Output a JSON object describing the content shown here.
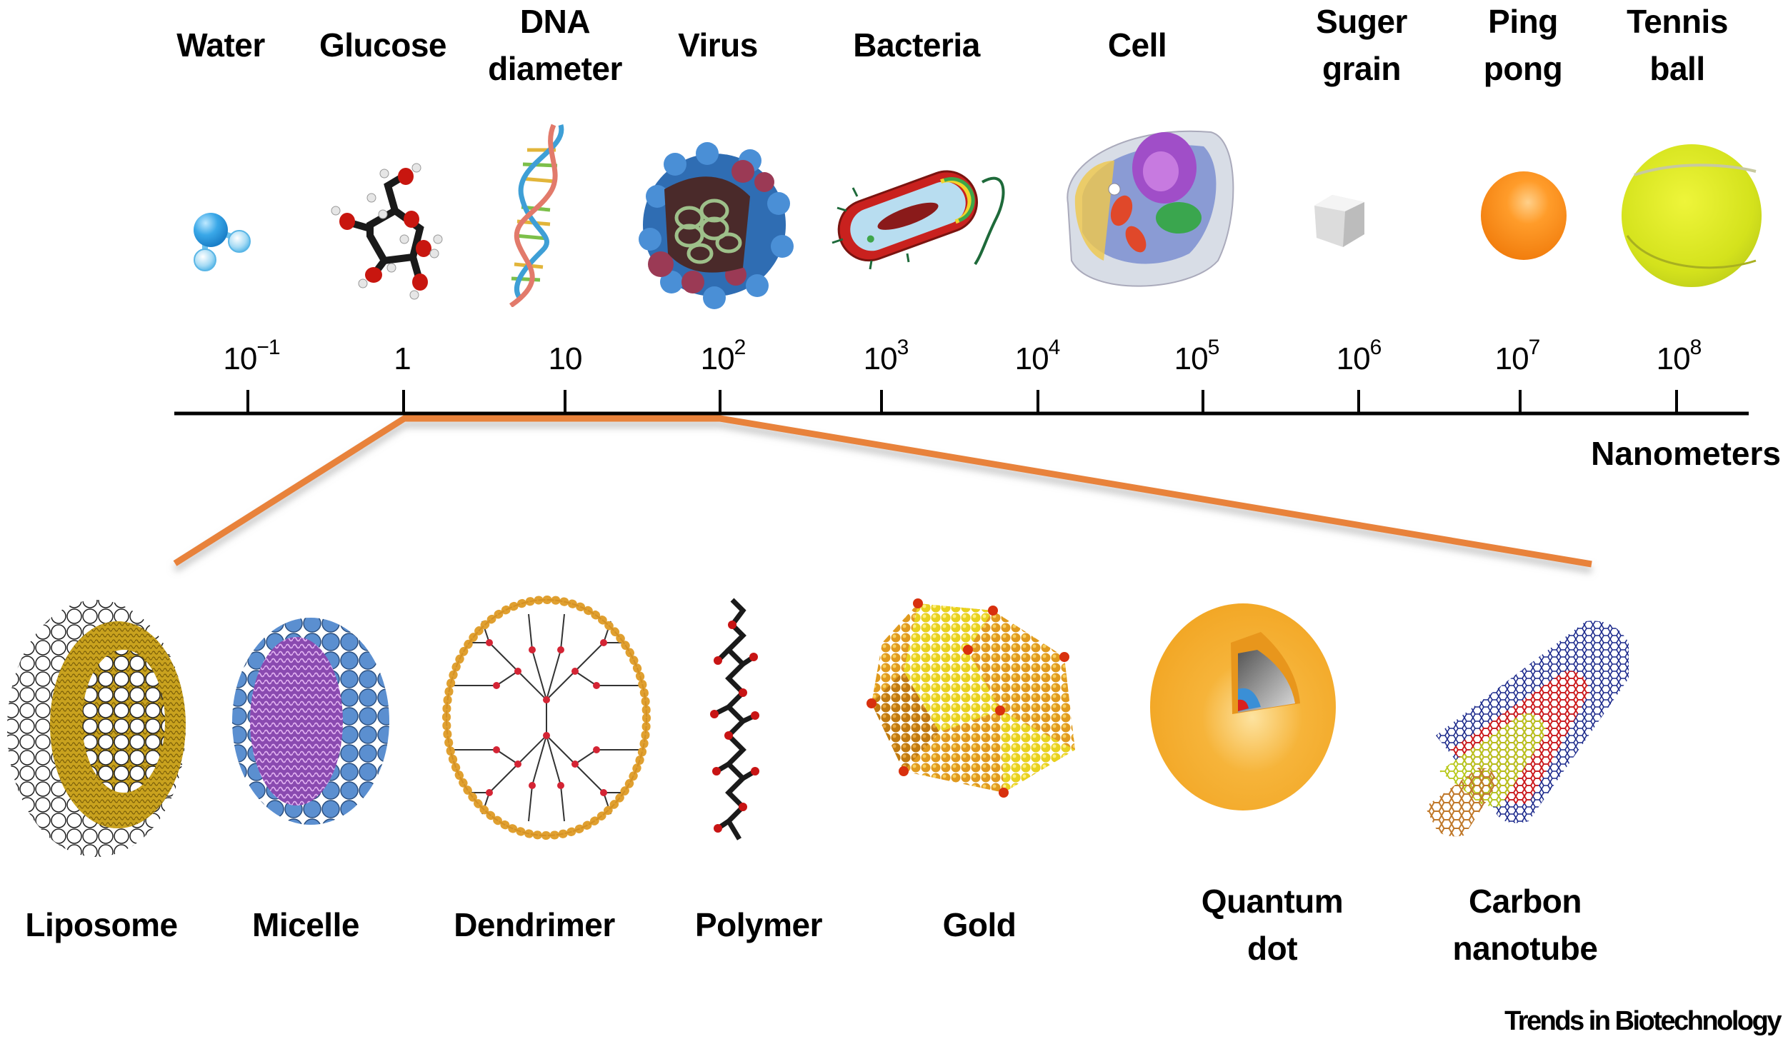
{
  "figure": {
    "top_items": [
      {
        "label": "Water",
        "lines": [
          "Water"
        ],
        "icon": "water-molecule-icon"
      },
      {
        "label": "Glucose",
        "lines": [
          "Glucose"
        ],
        "icon": "glucose-molecule-icon"
      },
      {
        "label": "DNA diameter",
        "lines": [
          "DNA",
          "diameter"
        ],
        "icon": "dna-helix-icon"
      },
      {
        "label": "Virus",
        "lines": [
          "Virus"
        ],
        "icon": "virus-icon"
      },
      {
        "label": "Bacteria",
        "lines": [
          "Bacteria"
        ],
        "icon": "bacteria-icon"
      },
      {
        "label": "Cell",
        "lines": [
          "Cell"
        ],
        "icon": "cell-icon"
      },
      {
        "label": "Suger grain",
        "lines": [
          "Suger",
          "grain"
        ],
        "icon": "sugar-cube-icon"
      },
      {
        "label": "Ping pong",
        "lines": [
          "Ping",
          "pong"
        ],
        "icon": "ping-pong-ball-icon"
      },
      {
        "label": "Tennis ball",
        "lines": [
          "Tennis",
          "ball"
        ],
        "icon": "tennis-ball-icon"
      }
    ],
    "axis": {
      "unit": "Nanometers",
      "ticks": [
        {
          "base": "10",
          "exp": "−1"
        },
        {
          "base": "1",
          "exp": ""
        },
        {
          "base": "10",
          "exp": ""
        },
        {
          "base": "10",
          "exp": "2"
        },
        {
          "base": "10",
          "exp": "3"
        },
        {
          "base": "10",
          "exp": "4"
        },
        {
          "base": "10",
          "exp": "5"
        },
        {
          "base": "10",
          "exp": "6"
        },
        {
          "base": "10",
          "exp": "7"
        },
        {
          "base": "10",
          "exp": "8"
        }
      ],
      "zoom_range": {
        "from": "1",
        "to": "10^2"
      },
      "zoom_color": "#E8823A"
    },
    "bottom_items": [
      {
        "label": "Liposome",
        "lines": [
          "Liposome"
        ],
        "icon": "liposome-icon"
      },
      {
        "label": "Micelle",
        "lines": [
          "Micelle"
        ],
        "icon": "micelle-icon"
      },
      {
        "label": "Dendrimer",
        "lines": [
          "Dendrimer"
        ],
        "icon": "dendrimer-icon"
      },
      {
        "label": "Polymer",
        "lines": [
          "Polymer"
        ],
        "icon": "polymer-chain-icon"
      },
      {
        "label": "Gold",
        "lines": [
          "Gold"
        ],
        "icon": "gold-nanoparticle-icon"
      },
      {
        "label": "Quantum dot",
        "lines": [
          "Quantum",
          "dot"
        ],
        "icon": "quantum-dot-icon"
      },
      {
        "label": "Carbon nanotube",
        "lines": [
          "Carbon",
          "nanotube"
        ],
        "icon": "carbon-nanotube-icon"
      }
    ],
    "credit": "Trends in Biotechnology"
  }
}
